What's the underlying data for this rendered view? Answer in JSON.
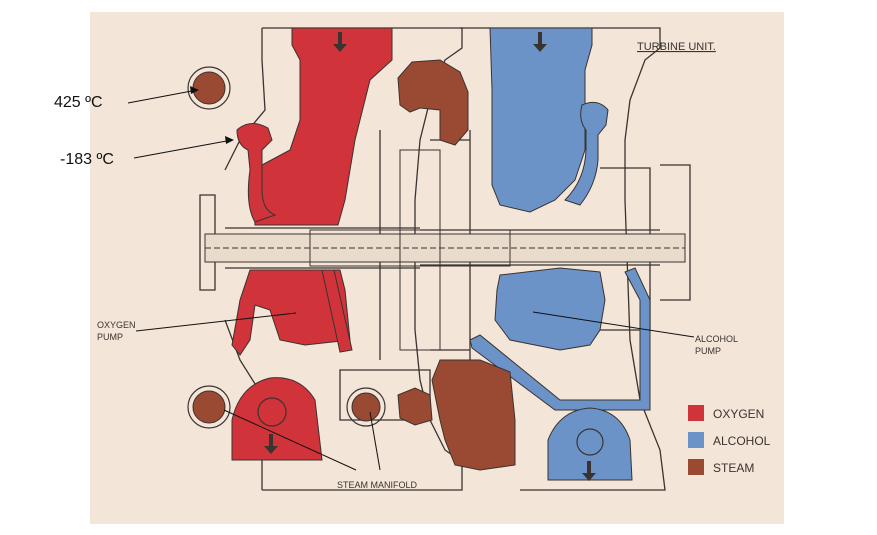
{
  "title": "TURBINE UNIT.",
  "annotations": {
    "temp_hot": "425 ºC",
    "temp_cold": "-183 ºC"
  },
  "labels": {
    "oxygen_pump_line1": "OXYGEN",
    "oxygen_pump_line2": "PUMP",
    "alcohol_pump_line1": "ALCOHOL",
    "alcohol_pump_line2": "PUMP",
    "steam_manifold": "STEAM MANIFOLD"
  },
  "legend": [
    {
      "label": "OXYGEN",
      "color": "#d0333a"
    },
    {
      "label": "ALCOHOL",
      "color": "#6b93c8"
    },
    {
      "label": "STEAM",
      "color": "#9a4a33"
    }
  ],
  "colors": {
    "paper": "#f3e5d8",
    "oxygen": "#d0333a",
    "alcohol": "#6b93c8",
    "steam": "#9a4a33",
    "ink": "#3a3330"
  }
}
